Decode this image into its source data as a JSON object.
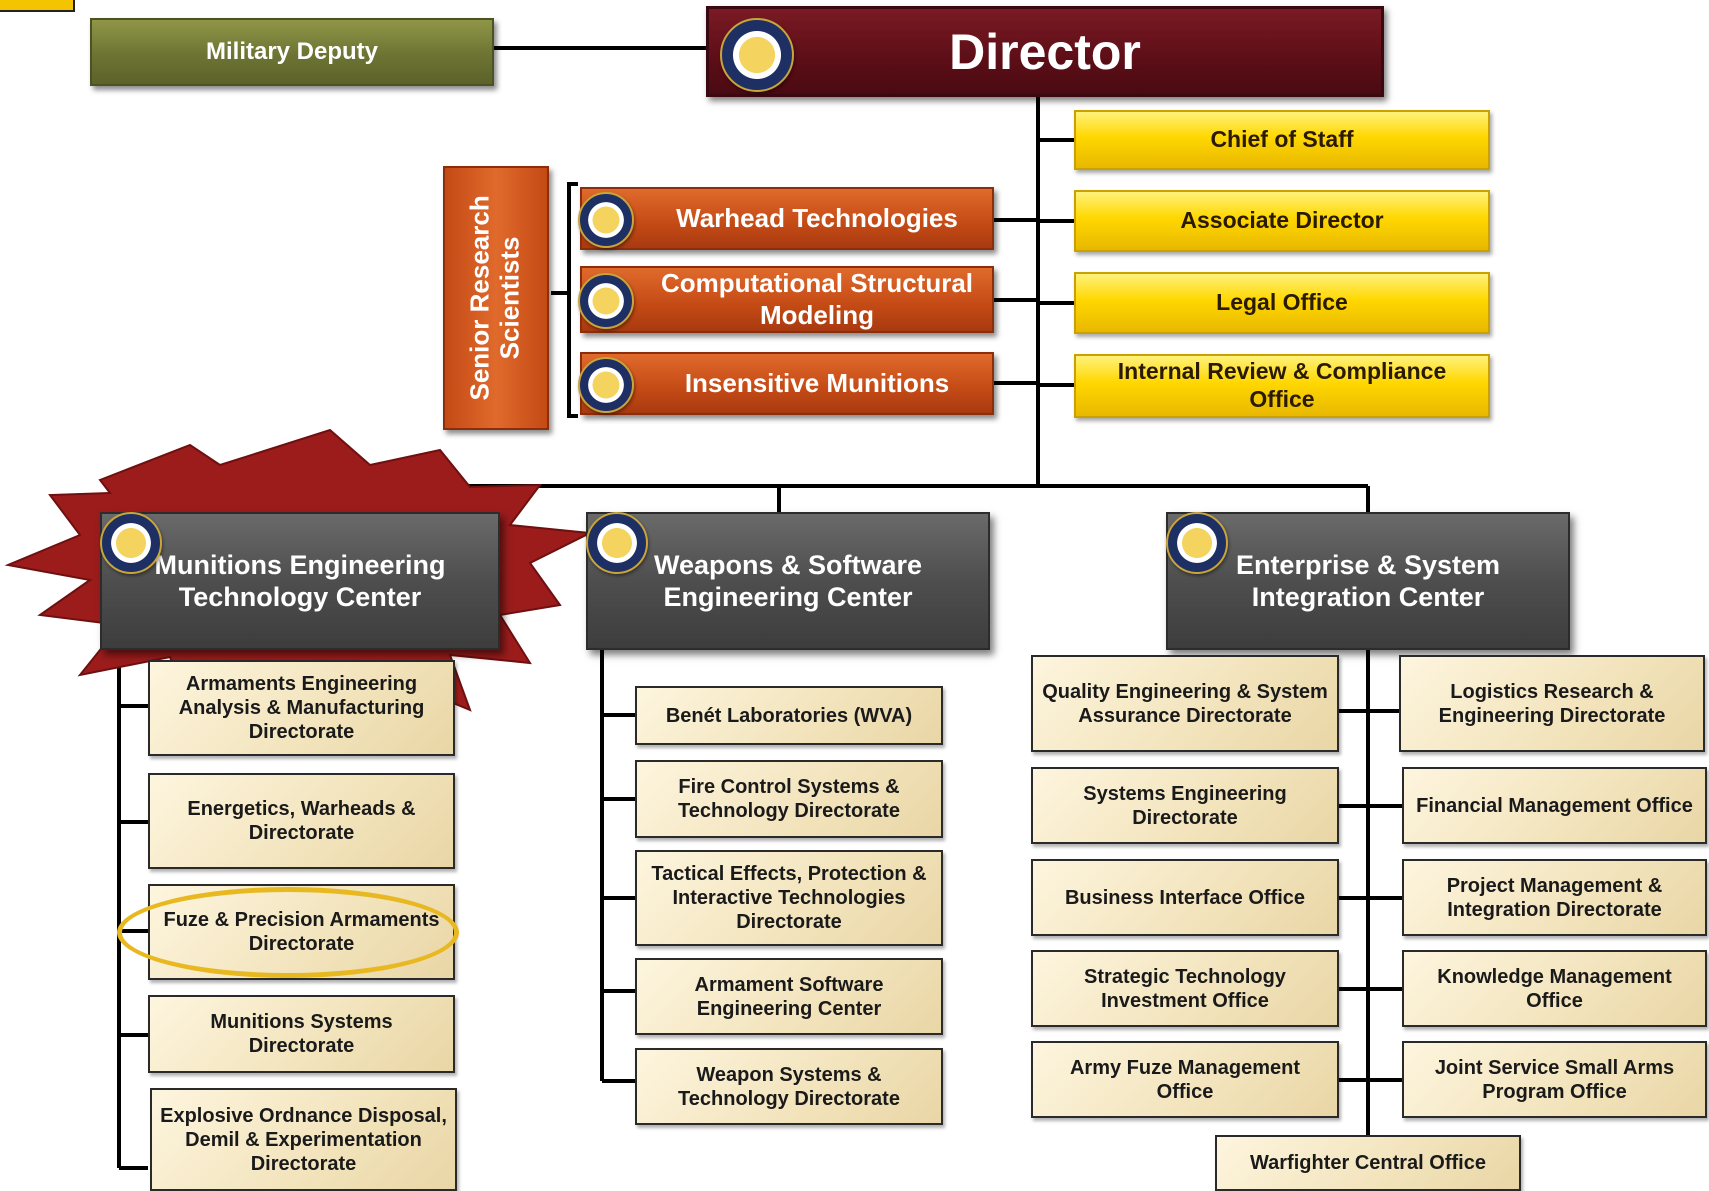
{
  "director": {
    "label": "Director"
  },
  "military_deputy": {
    "label": "Military Deputy"
  },
  "staff_offices": [
    {
      "label": "Chief of Staff"
    },
    {
      "label": "Associate Director"
    },
    {
      "label": "Legal Office"
    },
    {
      "label": "Internal Review & Compliance Office"
    }
  ],
  "senior_research_scientists": {
    "label_line1": "Senior Research",
    "label_line2": "Scientists",
    "items": [
      {
        "label": "Warhead Technologies"
      },
      {
        "label": "Computational Structural Modeling"
      },
      {
        "label": "Insensitive Munitions"
      }
    ]
  },
  "centers": [
    {
      "label": "Munitions Engineering Technology Center",
      "highlighted": true,
      "directorates": [
        {
          "label": "Armaments Engineering Analysis & Manufacturing Directorate"
        },
        {
          "label": "Energetics, Warheads & Directorate"
        },
        {
          "label": "Fuze & Precision Armaments Directorate",
          "circled": true
        },
        {
          "label": "Munitions Systems Directorate"
        },
        {
          "label": "Explosive Ordnance Disposal, Demil & Experimentation Directorate"
        }
      ]
    },
    {
      "label": "Weapons & Software Engineering Center",
      "directorates": [
        {
          "label": "Benét Laboratories (WVA)"
        },
        {
          "label": "Fire Control Systems & Technology  Directorate"
        },
        {
          "label": "Tactical Effects, Protection & Interactive Technologies Directorate"
        },
        {
          "label": "Armament Software Engineering Center"
        },
        {
          "label": "Weapon Systems & Technology Directorate"
        }
      ]
    },
    {
      "label": "Enterprise & System Integration Center",
      "directorates_left": [
        {
          "label": "Quality Engineering & System Assurance Directorate"
        },
        {
          "label": "Systems Engineering Directorate"
        },
        {
          "label": "Business Interface Office"
        },
        {
          "label": "Strategic Technology Investment Office"
        },
        {
          "label": "Army Fuze Management Office"
        }
      ],
      "directorates_right": [
        {
          "label": "Logistics Research & Engineering Directorate"
        },
        {
          "label": "Financial Management Office"
        },
        {
          "label": "Project Management & Integration Directorate"
        },
        {
          "label": "Knowledge Management Office"
        },
        {
          "label": "Joint Service Small Arms Program Office"
        }
      ],
      "directorate_bottom": {
        "label": "Warfighter Central Office"
      }
    }
  ],
  "colors": {
    "director": "#5c0e17",
    "military_deputy": "#6d7433",
    "staff_office": "#ffd700",
    "senior_scientist": "#c44a15",
    "center": "#4e4e4e",
    "directorate": "#f2e3bb",
    "starburst": "#9c1c1c",
    "highlight_ring": "#e8b820"
  }
}
